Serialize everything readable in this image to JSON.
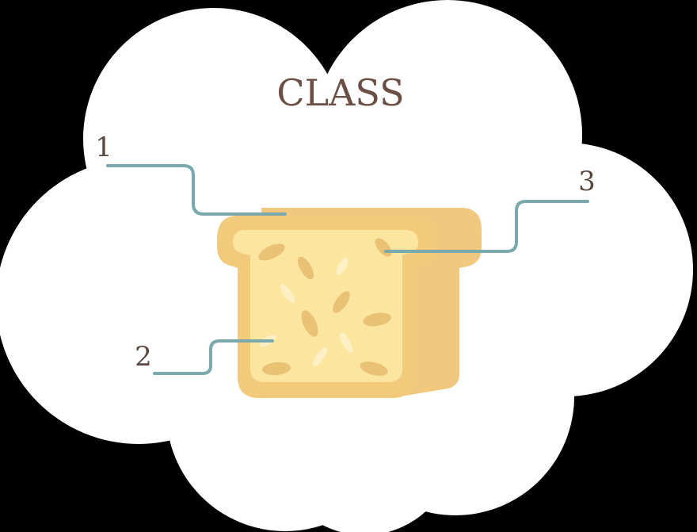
{
  "title": "CLASS",
  "callouts": [
    {
      "number": "1"
    },
    {
      "number": "2"
    },
    {
      "number": "3"
    }
  ],
  "colors": {
    "background": "#000000",
    "cloud": "#ffffff",
    "title": "#6b4f45",
    "label": "#5a4840",
    "leader_line": "#79a9ad",
    "crust": "#f2ca7c",
    "crumb": "#fbe59f",
    "seed": "#e9c276"
  },
  "icons": [
    "bread-slice-icon"
  ]
}
